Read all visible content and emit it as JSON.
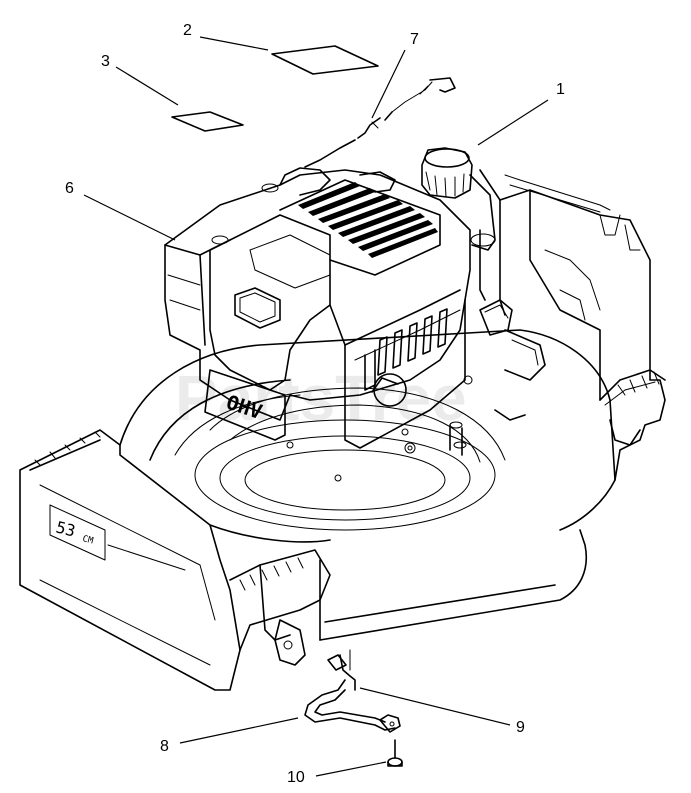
{
  "callouts": {
    "c1": "1",
    "c2": "2",
    "c3": "3",
    "c6": "6",
    "c7": "7",
    "c8": "8",
    "c9": "9",
    "c10": "10"
  },
  "stamps": {
    "engine_badge": "OHV",
    "deck_size": "53",
    "deck_unit": "CM"
  },
  "watermark": "PartsTree"
}
